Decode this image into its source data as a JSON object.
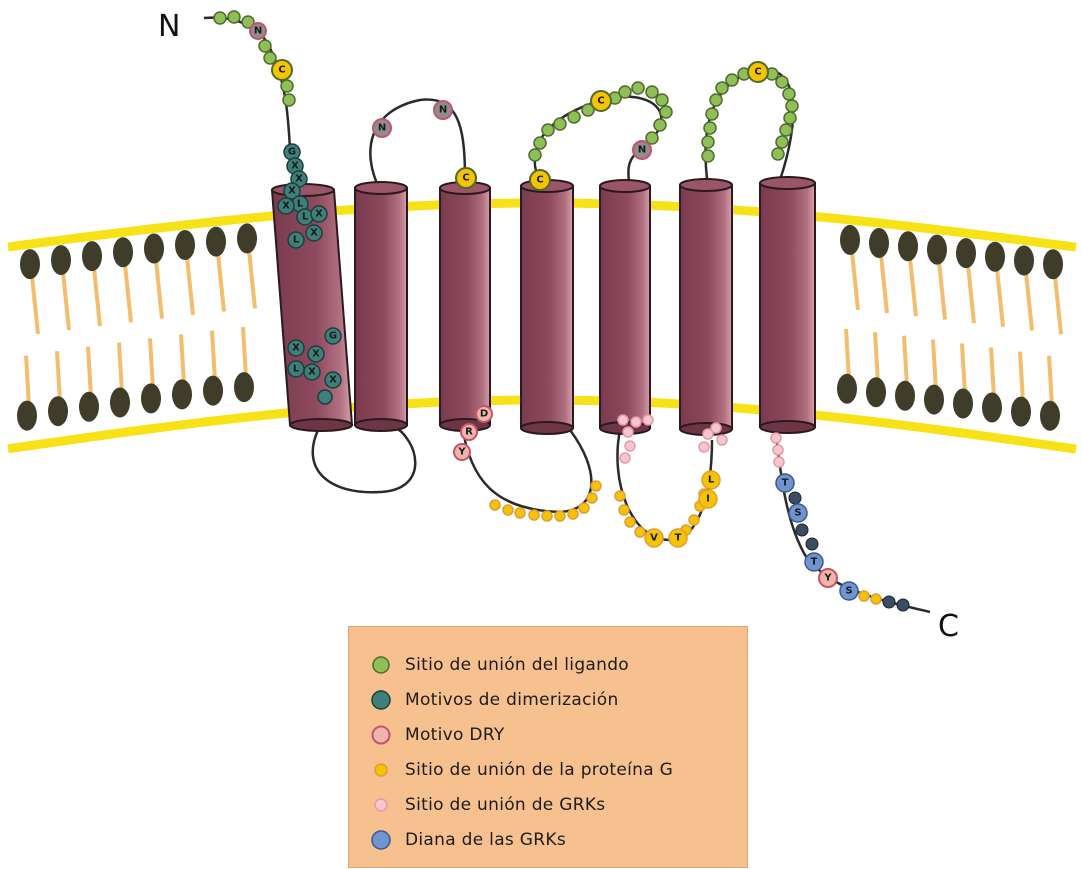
{
  "terminals": {
    "n_label": "N",
    "c_label": "C"
  },
  "colors": {
    "helix": "#8e4a5e",
    "helix_top": "#9a5568",
    "membrane_band": "#f7e218",
    "lipid_head": "#3f3d2a",
    "lipid_tail": "#f2bd6c",
    "ligand": "#8fbf57",
    "dimerization": "#3f7f7b",
    "dry": "#f0b4ad",
    "dry_ring": "#c4546a",
    "gprotein": "#f5c400",
    "grk_site": "#f7c6cf",
    "grk_target": "#6f94d0",
    "legend_bg": "#f6c08f"
  },
  "residues": {
    "n_terminal": [
      "N",
      "C"
    ],
    "tm1_motifs": [
      "G",
      "X",
      "X",
      "X",
      "L",
      "X",
      "L",
      "X",
      "L",
      "X",
      "X",
      "G",
      "X",
      "L",
      "X",
      "X"
    ],
    "loop_e1": [
      "N",
      "N",
      "C"
    ],
    "loop_e2": [
      "C",
      "C",
      "N"
    ],
    "loop_e3": [
      "C"
    ],
    "dry_motif": [
      "D",
      "R",
      "Y"
    ],
    "loop_i3": [
      "V",
      "T",
      "L",
      "I"
    ],
    "c_terminal": [
      "T",
      "S",
      "T",
      "Y",
      "S"
    ]
  },
  "legend": {
    "items": [
      {
        "label": "Sitio de unión del ligando",
        "icon": "ligand-binding-dot"
      },
      {
        "label": "Motivos de dimerización",
        "icon": "dimerization-dot"
      },
      {
        "label": "Motivo DRY",
        "icon": "dry-motif-dot"
      },
      {
        "label": "Sitio de unión de la proteína G",
        "icon": "g-protein-dot"
      },
      {
        "label": "Sitio de unión de GRKs",
        "icon": "grk-site-dot"
      },
      {
        "label": "Diana de las GRKs",
        "icon": "grk-target-dot"
      }
    ]
  }
}
